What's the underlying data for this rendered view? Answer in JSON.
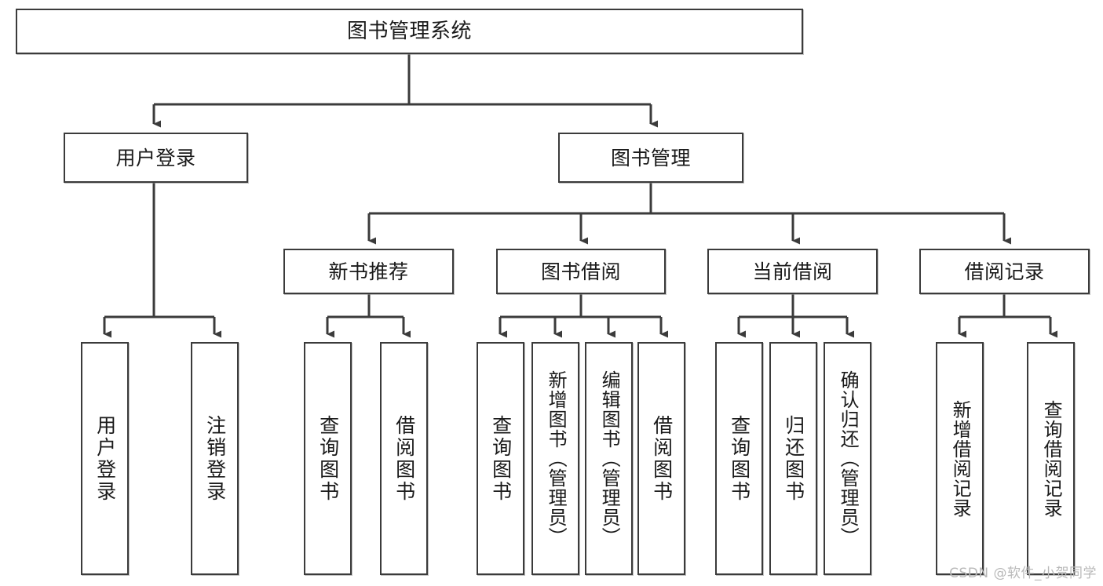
{
  "diagram": {
    "type": "tree",
    "title": "图书管理系统",
    "style": {
      "box_border_color": "#3b3b3b",
      "box_fill_color": "#ffffff",
      "edge_color": "#3b3b3b",
      "text_color": "#1a1a1a",
      "background": "#ffffff"
    },
    "nodes": {
      "root": {
        "label": "图书管理系统",
        "level": 1
      },
      "user_login": {
        "label": "用户登录",
        "level": 2
      },
      "book_manage": {
        "label": "图书管理",
        "level": 2
      },
      "new_book_rec": {
        "label": "新书推荐",
        "level": 3
      },
      "book_borrow": {
        "label": "图书借阅",
        "level": 3
      },
      "current_borrow": {
        "label": "当前借阅",
        "level": 3
      },
      "borrow_record": {
        "label": "借阅记录",
        "level": 3
      },
      "leaf_user_login": {
        "label": "用户登录",
        "level": 4
      },
      "leaf_logout": {
        "label": "注销登录",
        "level": 4
      },
      "leaf_query_book_1": {
        "label": "查询图书",
        "level": 4
      },
      "leaf_borrow_book_1": {
        "label": "借阅图书",
        "level": 4
      },
      "leaf_query_book_2": {
        "label": "查询图书",
        "level": 4
      },
      "leaf_add_book": {
        "label": "新增图书（管理员）",
        "level": 4
      },
      "leaf_edit_book": {
        "label": "编辑图书（管理员）",
        "level": 4
      },
      "leaf_borrow_book_2": {
        "label": "借阅图书",
        "level": 4
      },
      "leaf_query_book_3": {
        "label": "查询图书",
        "level": 4
      },
      "leaf_return_book": {
        "label": "归还图书",
        "level": 4
      },
      "leaf_confirm_return": {
        "label": "确认归还（管理员）",
        "level": 4
      },
      "leaf_add_record": {
        "label": "新增借阅记录",
        "level": 4
      },
      "leaf_query_record": {
        "label": "查询借阅记录",
        "level": 4
      }
    },
    "edges": [
      {
        "from": "root",
        "to": "user_login"
      },
      {
        "from": "root",
        "to": "book_manage"
      },
      {
        "from": "user_login",
        "to": "leaf_user_login"
      },
      {
        "from": "user_login",
        "to": "leaf_logout"
      },
      {
        "from": "book_manage",
        "to": "new_book_rec"
      },
      {
        "from": "book_manage",
        "to": "book_borrow"
      },
      {
        "from": "book_manage",
        "to": "current_borrow"
      },
      {
        "from": "book_manage",
        "to": "borrow_record"
      },
      {
        "from": "new_book_rec",
        "to": "leaf_query_book_1"
      },
      {
        "from": "new_book_rec",
        "to": "leaf_borrow_book_1"
      },
      {
        "from": "book_borrow",
        "to": "leaf_query_book_2"
      },
      {
        "from": "book_borrow",
        "to": "leaf_add_book"
      },
      {
        "from": "book_borrow",
        "to": "leaf_edit_book"
      },
      {
        "from": "book_borrow",
        "to": "leaf_borrow_book_2"
      },
      {
        "from": "current_borrow",
        "to": "leaf_query_book_3"
      },
      {
        "from": "current_borrow",
        "to": "leaf_return_book"
      },
      {
        "from": "current_borrow",
        "to": "leaf_confirm_return"
      },
      {
        "from": "borrow_record",
        "to": "leaf_add_record"
      },
      {
        "from": "borrow_record",
        "to": "leaf_query_record"
      }
    ]
  },
  "watermark": {
    "text": "CSDN @软件_小贺同学"
  }
}
